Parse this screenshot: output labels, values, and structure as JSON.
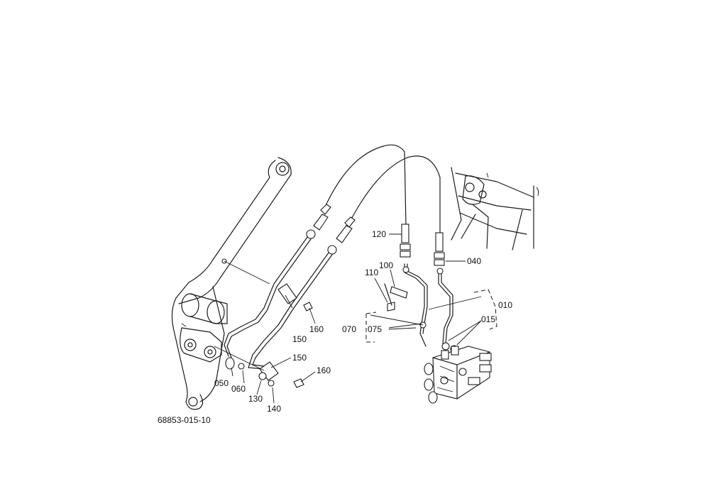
{
  "diagram": {
    "drawing_id": "68853-015-10",
    "labels": {
      "p010": "010",
      "p015": "015",
      "p040": "040",
      "p050": "050",
      "p060": "060",
      "p070": "070",
      "p075": "075",
      "p100": "100",
      "p110": "110",
      "p120": "120",
      "p130": "130",
      "p140": "140",
      "p150_upper": "150",
      "p150_lower": "150",
      "p160_upper": "160",
      "p160_lower": "160"
    }
  }
}
